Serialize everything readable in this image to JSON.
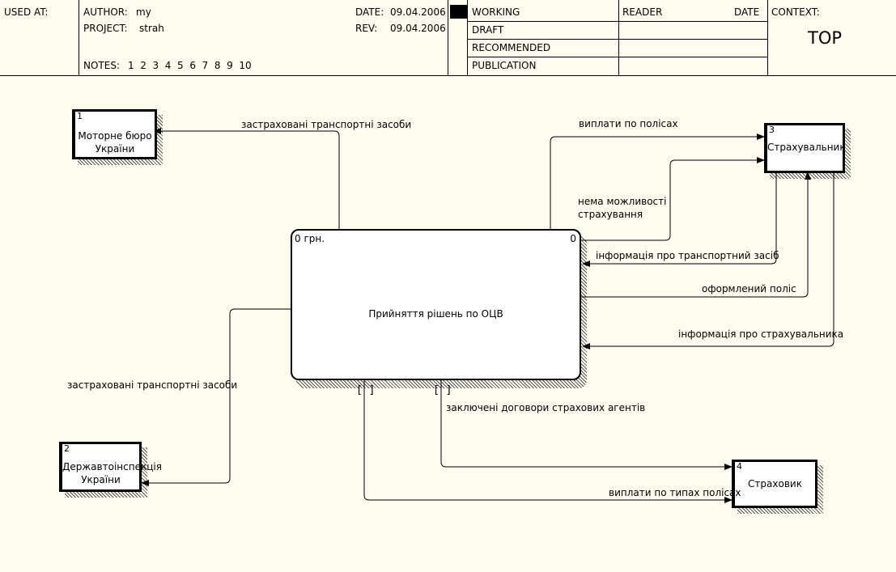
{
  "header": {
    "used_at": "USED AT:",
    "author_label": "AUTHOR:",
    "author": "my",
    "project_label": "PROJECT:",
    "project": "strah",
    "notes_label": "NOTES:",
    "notes": "1  2  3  4  5  6  7  8  9  10",
    "date_label": "DATE:",
    "date": "09.04.2006",
    "rev_label": "REV:",
    "rev": "09.04.2006",
    "statuses": [
      "WORKING",
      "DRAFT",
      "RECOMMENDED",
      "PUBLICATION"
    ],
    "reader": "READER",
    "reader_date": "DATE",
    "context": "CONTEXT:",
    "context_value": "TOP"
  },
  "process": {
    "cost": "0 грн.",
    "number": "0",
    "name": "Прийняття рішень по ОЦВ"
  },
  "entities": [
    {
      "number": "1",
      "name_line1": "Моторне бюро",
      "name_line2": "України"
    },
    {
      "number": "2",
      "name_line1": "Державтоінспекція",
      "name_line2": "України"
    },
    {
      "number": "3",
      "name_line1": "Страхувальник",
      "name_line2": ""
    },
    {
      "number": "4",
      "name_line1": "Страховик",
      "name_line2": ""
    }
  ],
  "flows": [
    "застраховані транспортні засоби",
    "застраховані транспортні засоби",
    "виплати по полісах",
    "нема можливості",
    "страхування",
    "інформація про транспортний засіб",
    "оформлений поліс",
    "інформація про страхувальника",
    "заключені договори страхових агентів",
    "виплати по типах полісах"
  ],
  "tunnels": [
    "[ ]",
    "[ ]"
  ]
}
